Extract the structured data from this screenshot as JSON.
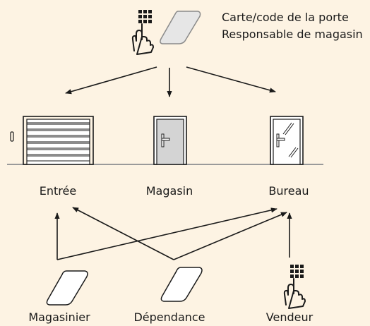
{
  "colors": {
    "background": "#fdf3e3",
    "stroke": "#1a1a1a",
    "card_fill": "#e6e6e6",
    "door_fill": "#d4d4d4"
  },
  "header": {
    "line1": "Carte/code de la porte",
    "line2": "Responsable de magasin"
  },
  "doors": [
    {
      "label": "Entrée",
      "icon": "garage-door-icon"
    },
    {
      "label": "Magasin",
      "icon": "door-icon"
    },
    {
      "label": "Bureau",
      "icon": "glass-door-icon"
    }
  ],
  "users": [
    {
      "label": "Magasinier",
      "icon": "card-icon"
    },
    {
      "label": "Dépendance",
      "icon": "card-icon"
    },
    {
      "label": "Vendeur",
      "icon": "keypad-hand-icon"
    }
  ]
}
